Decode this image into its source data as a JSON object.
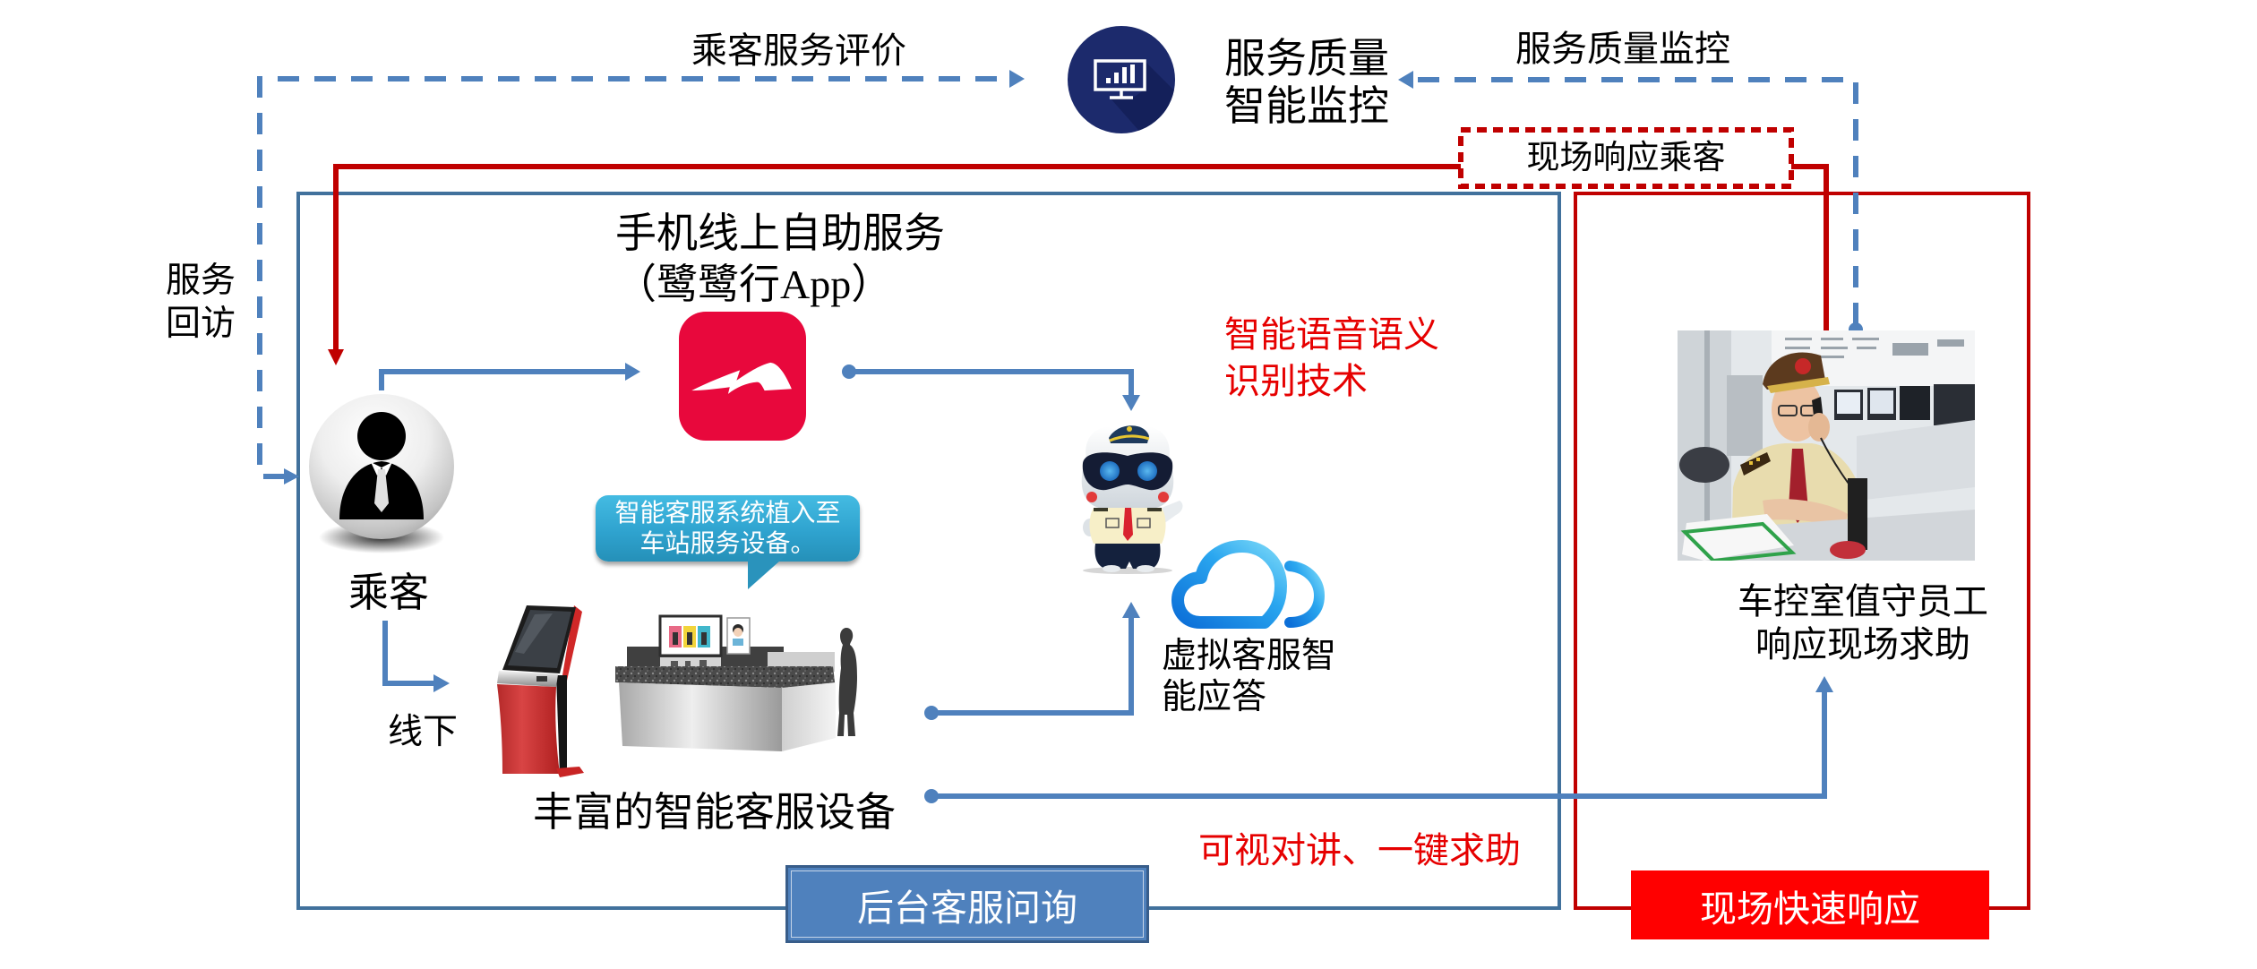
{
  "top_flows": {
    "passenger_evaluation": "乘客服务评价",
    "service_revisit": [
      "服务",
      "回访"
    ],
    "quality_monitoring": "服务质量监控",
    "onsite_response_passenger": "现场响应乘客"
  },
  "monitor": {
    "icon": "monitor-chart-icon",
    "label": [
      "服务质量",
      "智能监控"
    ]
  },
  "backend_section": {
    "label": "后台客服问询",
    "mobile": {
      "title": [
        "手机线上自助服务",
        "（鹭鹭行App）"
      ],
      "icon": "luluxing-app-icon"
    },
    "ai_tech": [
      "智能语音语义",
      "识别技术"
    ],
    "passenger": {
      "label": "乘客",
      "icon": "passenger-icon"
    },
    "offline": "线下",
    "callout": [
      "智能客服系统植入至",
      "车站服务设备。"
    ],
    "devices": {
      "label": "丰富的智能客服设备",
      "icons": [
        "self-service-kiosk-icon",
        "service-counter-icon"
      ]
    },
    "virtual_agent": {
      "label": [
        "虚拟客服智",
        "能应答"
      ],
      "icons": [
        "robot-mascot-icon",
        "cloud-icon"
      ]
    },
    "intercom": "可视对讲、一键求助"
  },
  "onsite_section": {
    "label": "现场快速响应",
    "staff": {
      "label": [
        "车控室值守员工",
        "响应现场求助"
      ],
      "image": "control-room-operator-photo"
    }
  },
  "colors": {
    "flow_blue": "#4f81bd",
    "backend_box": "#41719c",
    "onsite_red": "#c00000",
    "highlight_text_red": "#e60000",
    "onsite_button": "#ff0000",
    "backend_button": "#4f81bd",
    "monitor_navy": "#1c2a6c",
    "app_red": "#e8083c",
    "callout_teal": "#2fa3cf"
  }
}
